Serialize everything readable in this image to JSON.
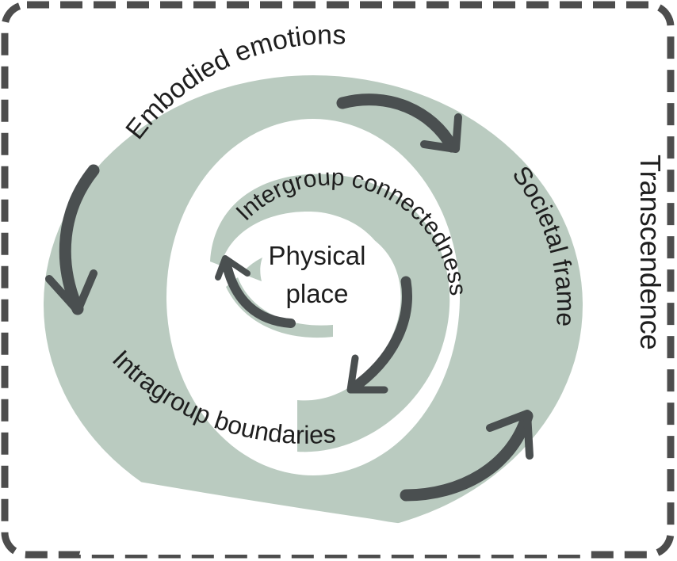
{
  "center_label": {
    "line1": "Physical",
    "line2": "place"
  },
  "spiral_labels": {
    "embodied": "Embodied emotions",
    "intergroup_connectedness": "Intergroup connectedness",
    "societal": "Societal frame",
    "intragroup": "Intragroup boundaries"
  },
  "outer_label": "Transcendence",
  "colors": {
    "spiral_band": "#bacbc0",
    "arrow": "#4a4f50",
    "frame": "#4d4d4d",
    "text": "#1e1e1e"
  }
}
